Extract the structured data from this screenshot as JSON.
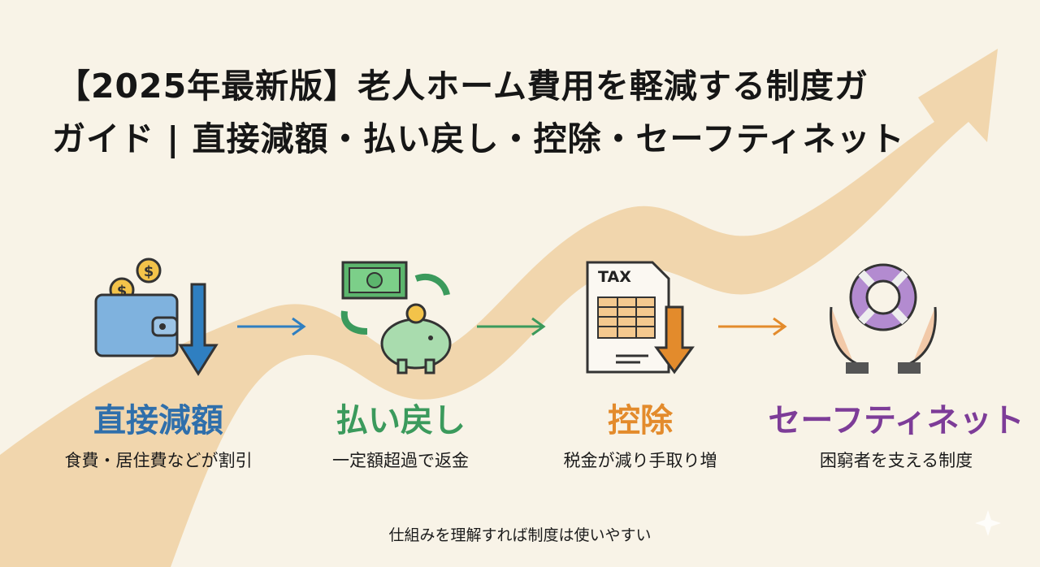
{
  "title": {
    "line1": "【2025年最新版】老人ホーム費用を軽減する制度ガ",
    "line2": "ガイド | 直接減額・払い戻し・控除・セーフティネット"
  },
  "steps": [
    {
      "label": "直接減額",
      "description": "食費・居住費などが割引",
      "color": "#2f6fab",
      "icon": "wallet-coins-down-arrow"
    },
    {
      "label": "払い戻し",
      "description": "一定額超過で返金",
      "color": "#3b9a5c",
      "icon": "money-piggy-bank-refund"
    },
    {
      "label": "控除",
      "description": "税金が減り手取り増",
      "color": "#e38b2c",
      "icon": "tax-document-down-arrow",
      "icon_text": "TAX"
    },
    {
      "label": "セーフティネット",
      "description": "困窮者を支える制度",
      "color": "#7d3c98",
      "icon": "lifebuoy-hands"
    }
  ],
  "footer": "仕組みを理解すれば制度は使いやすい",
  "colors": {
    "background": "#f8f3e7",
    "band": "#efd3a6",
    "text": "#161616"
  }
}
